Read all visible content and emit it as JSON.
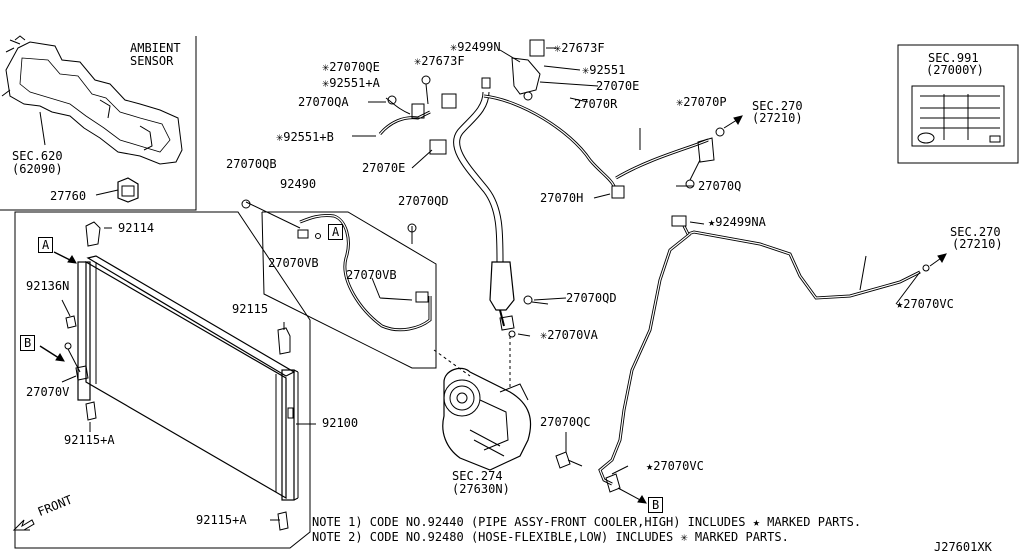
{
  "diagram_id": "J27601XK",
  "notes": {
    "note1": "NOTE 1) CODE NO.92440 (PIPE ASSY-FRONT COOLER,HIGH) INCLUDES ★ MARKED PARTS.",
    "note2": "NOTE 2) CODE NO.92480 (HOSE-FLEXIBLE,LOW) INCLUDES ✳ MARKED PARTS."
  },
  "inset_sensor": {
    "title_line1": "AMBIENT",
    "title_line2": "SENSOR",
    "sec_line1": "SEC.620",
    "sec_line2": "(62090)",
    "part": "27760"
  },
  "inset_label": {
    "sec_line1": "SEC.991",
    "sec_line2": "(27000Y)"
  },
  "refs": {
    "A": "A",
    "B": "B"
  },
  "front_label": "FRONT",
  "parts": {
    "p92114": "92114",
    "p92136N": "92136N",
    "p27070V": "27070V",
    "p92115A": "92115+A",
    "p92115": "92115",
    "p92100": "92100",
    "p92115A_bottom": "92115+A",
    "p27070QB": "27070QB",
    "p92490": "92490",
    "p27070VB_1": "27070VB",
    "p27070VB_2": "27070VB",
    "p27070QD_1": "27070QD",
    "p27070QE": "✳27070QE",
    "p92551A": "✳92551+A",
    "p27673F_1": "✳27673F",
    "p27070QA": "27070QA",
    "p92551B": "✳92551+B",
    "p27070E_1": "27070E",
    "p92499N": "✳92499N",
    "p27673F_2": "✳27673F",
    "p92551": "✳92551",
    "p27070E_2": "27070E",
    "p27070R": "27070R",
    "p27070P": "✳27070P",
    "sec270_1_line1": "SEC.270",
    "sec270_1_line2": "(27210)",
    "p27070Q": "27070Q",
    "p27070H": "27070H",
    "p27070QD_2": "27070QD",
    "p27070VA": "✳27070VA",
    "p92499NA": "★92499NA",
    "sec270_2_line1": "SEC.270",
    "sec270_2_line2": "(27210)",
    "p27070VC_1": "★27070VC",
    "p27070QC": "27070QC",
    "p27070VC_2": "★27070VC",
    "sec274_line1": "SEC.274",
    "sec274_line2": "(27630N)"
  }
}
